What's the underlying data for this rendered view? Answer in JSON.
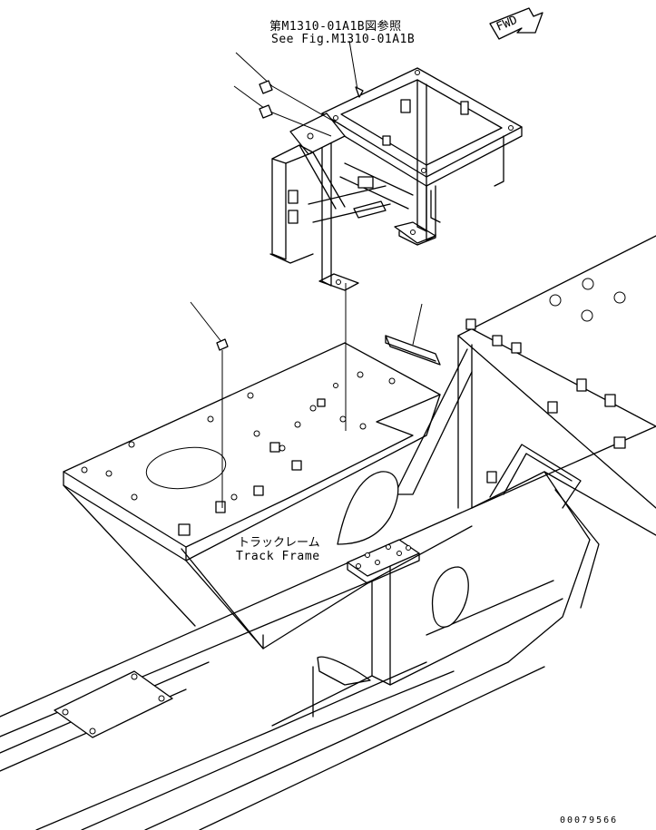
{
  "diagram": {
    "reference_ja": "第M1310-01A1B図参照",
    "reference_en": "See Fig.M1310-01A1B",
    "direction_label": "FWD",
    "track_frame_ja": "トラックレーム",
    "track_frame_en": "Track Frame",
    "drawing_number": "00079566"
  },
  "icons": {
    "direction": "fwd-arrow-icon"
  },
  "colors": {
    "line": "#000000",
    "background": "#ffffff"
  }
}
